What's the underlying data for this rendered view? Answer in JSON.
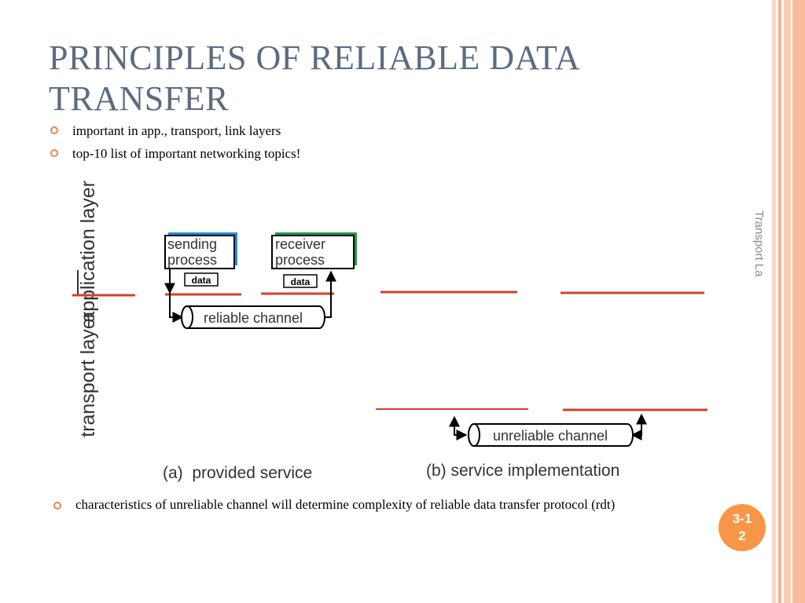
{
  "slide": {
    "title": "PRINCIPLES OF RELIABLE DATA TRANSFER",
    "bullets": [
      "important in app., transport, link layers",
      "top-10 list of important networking topics!"
    ],
    "bottom_bullet": "characteristics of unreliable channel will determine complexity of reliable data transfer protocol (rdt)",
    "side_label": "Transport La",
    "page_number": "3-12",
    "accent_color": "#f79646",
    "title_color": "#5b6b81"
  },
  "diagram": {
    "application_layer_label": "application layer",
    "transport_layer_label": "transport layer",
    "sending_process": "sending process",
    "receiver_process": "receiver process",
    "data_label": "data",
    "reliable_channel": "reliable channel",
    "unreliable_channel": "unreliable channel",
    "caption_a": "(a)  provided service",
    "caption_b": "(b) service implementation"
  }
}
